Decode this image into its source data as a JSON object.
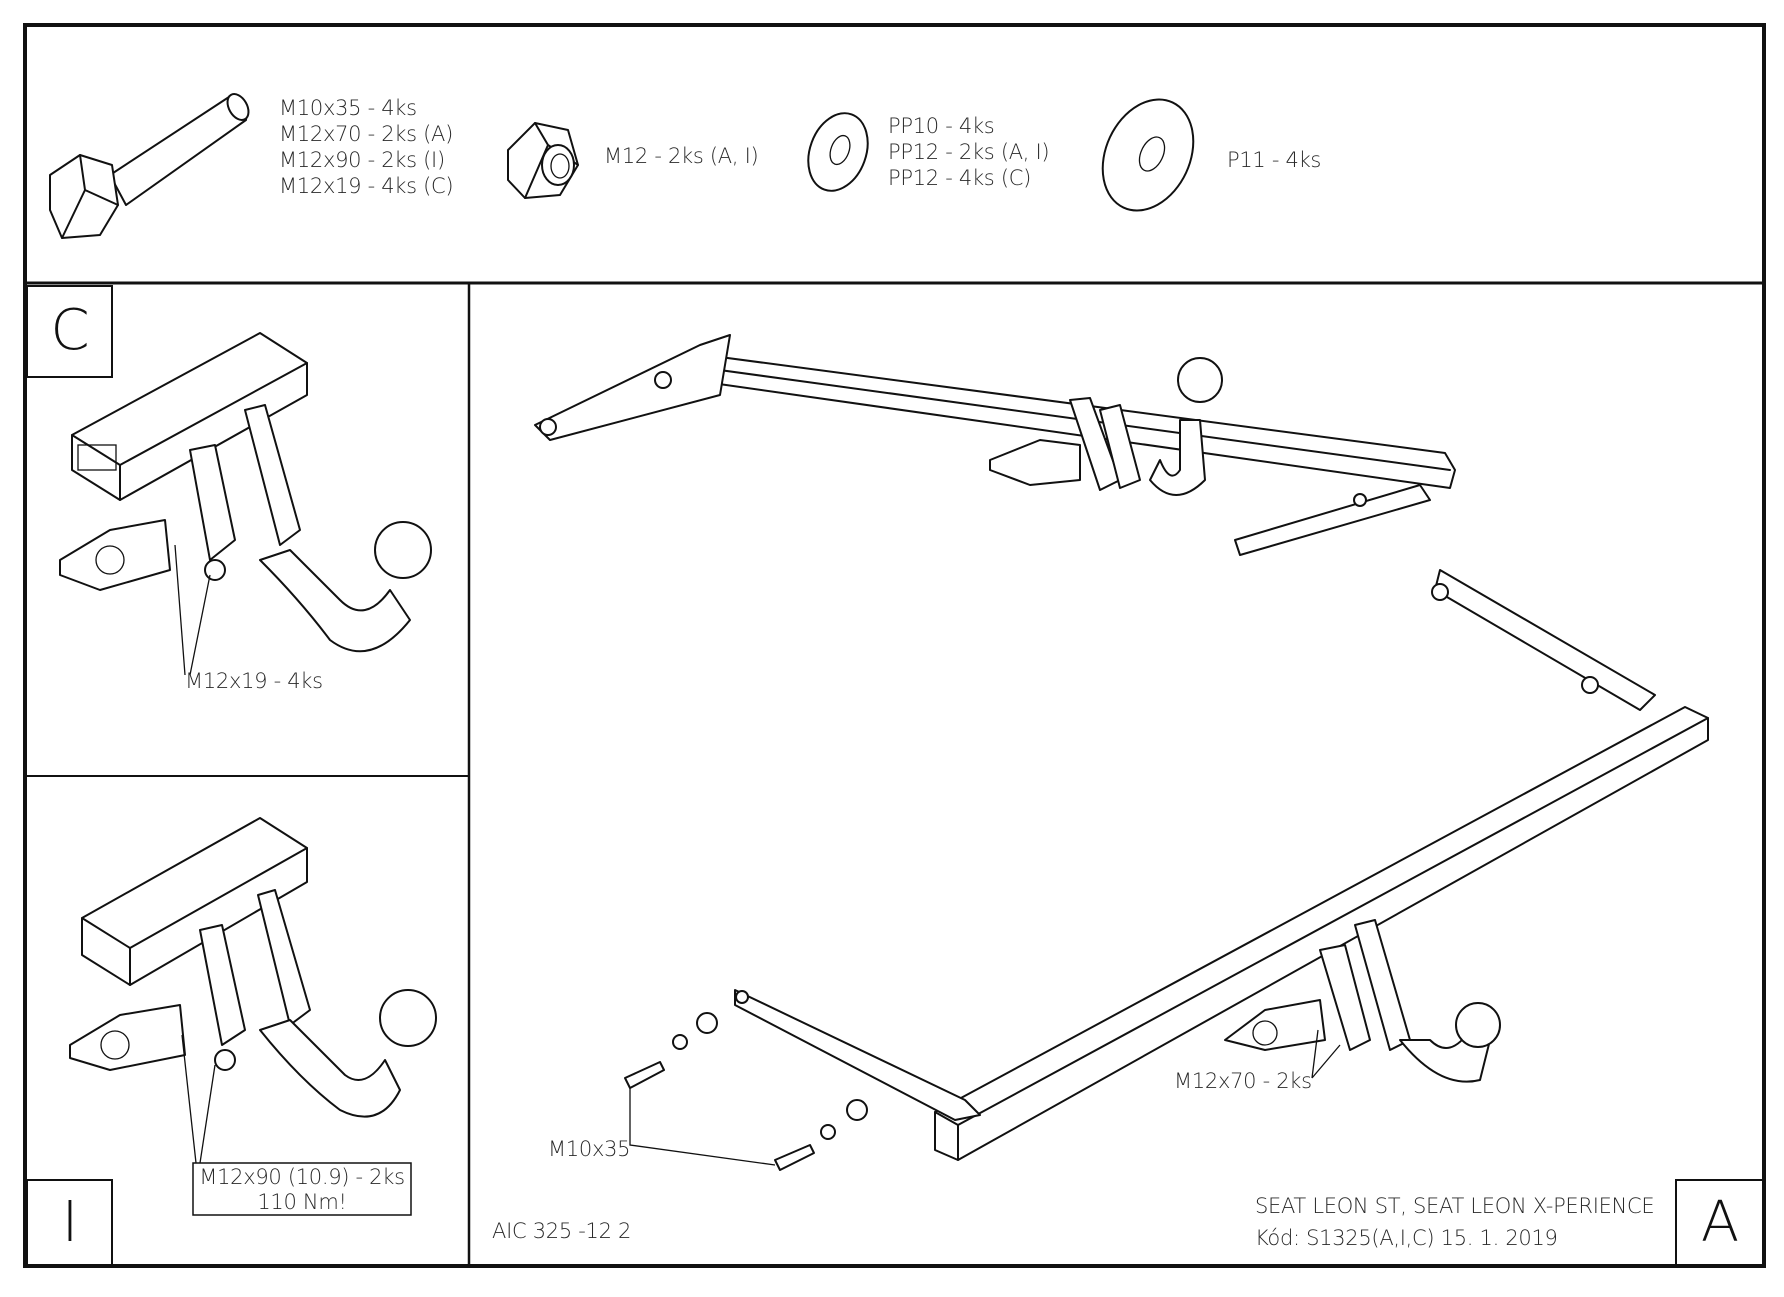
{
  "parts": {
    "bolts": [
      "M10x35 - 4ks",
      "M12x70 - 2ks (A)",
      "M12x90 - 2ks (I)",
      "M12x19 - 4ks (C)"
    ],
    "nut": "M12 - 2ks (A, I)",
    "washers_pp": [
      "PP10 - 4ks",
      "PP12 - 2ks (A, I)",
      "PP12 - 4ks (C)"
    ],
    "washer_p": "P11 - 4ks"
  },
  "panel_c": {
    "letter": "C",
    "callout": "M12x19 - 4ks"
  },
  "panel_i": {
    "letter": "I",
    "callout_line1": "M12x90 (10.9) - 2ks",
    "callout_line2": "110 Nm!"
  },
  "panel_a": {
    "letter": "A",
    "callout_bolts": "M10x35",
    "callout_m12": "M12x70 - 2ks",
    "drawing_no": "AIC 325 -12 2"
  },
  "title_block": {
    "vehicle": "SEAT LEON ST, SEAT LEON X-PERIENCE",
    "code_date": "Kód: S1325(A,I,C)  15. 1. 2019"
  }
}
